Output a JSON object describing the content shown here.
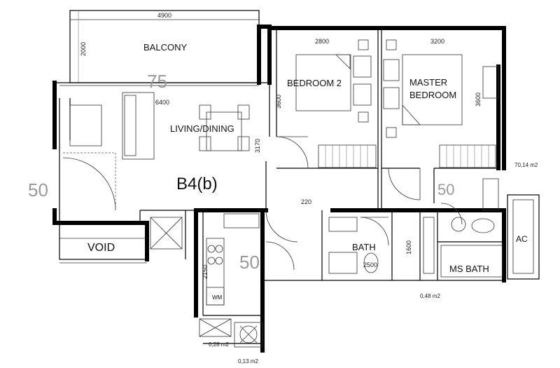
{
  "plan": {
    "unit_type": "B4(b)",
    "rooms": {
      "balcony": "BALCONY",
      "bedroom2": "BEDROOM 2",
      "master_bedroom_line1": "MASTER",
      "master_bedroom_line2": "BEDROOM",
      "living_dining": "LIVING/DINING",
      "void": "VOID",
      "bath": "BATH",
      "ms_bath": "MS BATH",
      "ac": "AC",
      "washer": "WM"
    },
    "dimensions": {
      "balcony_width": "4900",
      "balcony_depth": "2000",
      "bedroom2_width": "2800",
      "master_width": "3200",
      "bedroom2_depth": "3600",
      "master_depth": "3600",
      "living_width": "6400",
      "living_depth": "3170",
      "corridor": "220",
      "bath_width": "2500",
      "bath_depth": "1600",
      "kitchen": "2150"
    },
    "areas": {
      "ac_ledge": "70,14 m2",
      "bath_strip": "0,48 m2",
      "yard": "0,28 m2",
      "bottom": "0,13 m2"
    },
    "watermark_numbers": [
      "75",
      "50",
      "50",
      "50"
    ]
  }
}
